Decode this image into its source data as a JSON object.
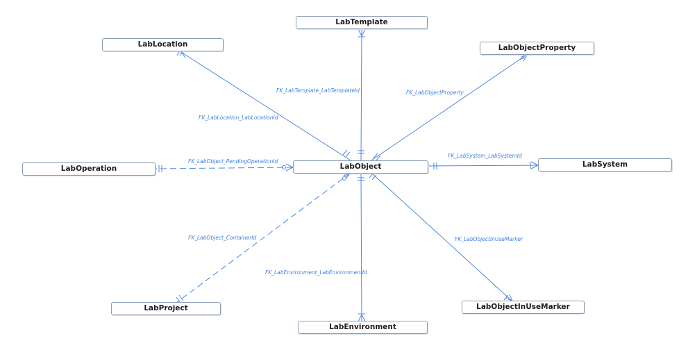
{
  "diagram": {
    "center": "LabObject",
    "entities": {
      "labtemplate": "LabTemplate",
      "lablocation": "LabLocation",
      "labobjectproperty": "LabObjectProperty",
      "laboperation": "LabOperation",
      "labobject": "LabObject",
      "labsystem": "LabSystem",
      "labproject": "LabProject",
      "labenvironment": "LabEnvironment",
      "labobjectinusemarker": "LabObjectInUseMarker"
    },
    "relationships": [
      {
        "id": "fk-labtemplate",
        "label": "FK_LabTemplate_LabTemplateId",
        "from": "LabObject",
        "to": "LabTemplate",
        "style": "solid"
      },
      {
        "id": "fk-lablocation",
        "label": "FK_LabLocation_LabLocationId",
        "from": "LabObject",
        "to": "LabLocation",
        "style": "solid"
      },
      {
        "id": "fk-labobjectproperty",
        "label": "FK_LabObjectProperty",
        "from": "LabObject",
        "to": "LabObjectProperty",
        "style": "solid"
      },
      {
        "id": "fk-pendingoperation",
        "label": "FK_LabObject_PendingOperationId",
        "from": "LabObject",
        "to": "LabOperation",
        "style": "dashed"
      },
      {
        "id": "fk-labsystem",
        "label": "FK_LabSystem_LabSystemId",
        "from": "LabObject",
        "to": "LabSystem",
        "style": "solid"
      },
      {
        "id": "fk-container",
        "label": "FK_LabObject_ContainerId",
        "from": "LabObject",
        "to": "LabProject",
        "style": "dashed"
      },
      {
        "id": "fk-labenvironment",
        "label": "FK_LabEnvironment_LabEnvironmentId",
        "from": "LabObject",
        "to": "LabEnvironment",
        "style": "solid"
      },
      {
        "id": "fk-inusemarker",
        "label": "FK_LabObjectInUseMarker",
        "from": "LabObject",
        "to": "LabObjectInUseMarker",
        "style": "solid"
      }
    ],
    "colors": {
      "line": "#4a86e0",
      "label": "#3d7fe0",
      "box_border": "#8a9bb5"
    }
  }
}
